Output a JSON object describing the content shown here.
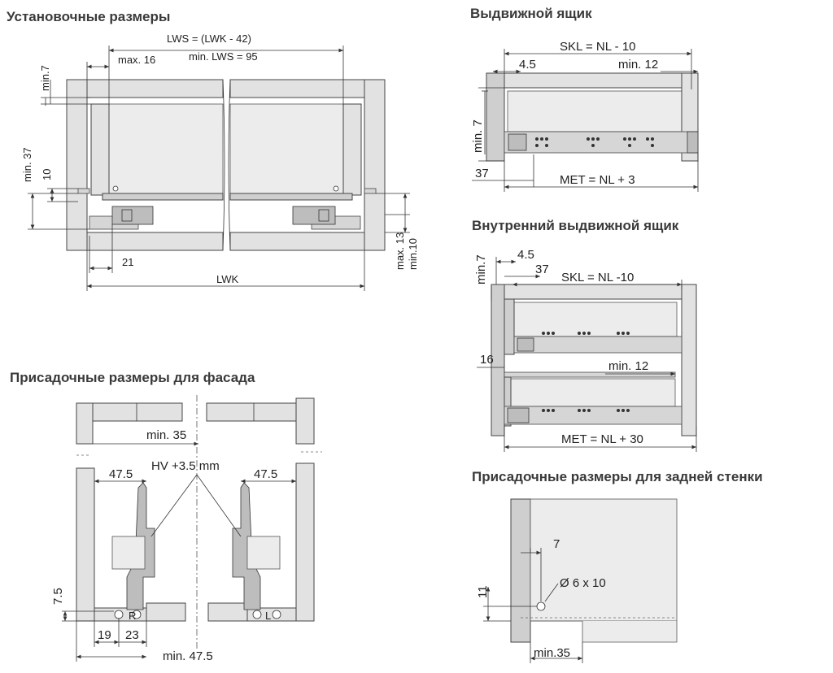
{
  "headings": {
    "install": "Установочные размеры",
    "drawer": "Выдвижной ящик",
    "inner_drawer": "Внутренний выдвижной ящик",
    "front_drill": "Присадочные размеры для фасада",
    "back_drill": "Присадочные размеры для задней стенки"
  },
  "install": {
    "lws": "LWS = (LWK - 42)",
    "min_lws": "min. LWS = 95",
    "max16": "max. 16",
    "min7": "min.7",
    "min37": "min. 37",
    "d10": "10",
    "d21": "21",
    "lwk": "LWK",
    "max13": "max. 13",
    "min10": "min.10"
  },
  "drawer": {
    "skl": "SKL = NL - 10",
    "d45": "4.5",
    "min12": "min. 12",
    "min7": "min. 7",
    "d37": "37",
    "met": "MET = NL + 3"
  },
  "inner": {
    "min7": "min.7",
    "d45": "4.5",
    "d37": "37",
    "skl": "SKL = NL -10",
    "d16": "16",
    "min12": "min. 12",
    "met": "MET = NL + 30"
  },
  "front": {
    "min35": "min. 35",
    "hv": "HV +3.5 mm",
    "d475l": "47.5",
    "d475r": "47.5",
    "d75": "7.5",
    "d19": "19",
    "d23": "23",
    "min475": "min. 47.5",
    "mark_r": "R",
    "mark_l": "L"
  },
  "back": {
    "d7": "7",
    "hole": "Ø 6 x 10",
    "d11": "11",
    "min35": "min.35"
  }
}
